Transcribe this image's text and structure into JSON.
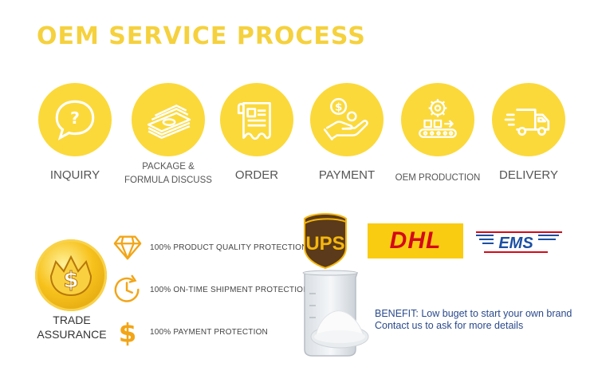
{
  "title": "OEM SERVICE PROCESS",
  "colors": {
    "accent": "#fbd93a",
    "title": "#f5d13d",
    "icon_orange": "#f2a516"
  },
  "steps": [
    {
      "label": "INQUIRY",
      "icon": "speech-question-icon"
    },
    {
      "label": "PACKAGE & FORMULA DISCUSS",
      "icon": "money-stack-icon"
    },
    {
      "label": "ORDER",
      "icon": "receipt-icon"
    },
    {
      "label": "PAYMENT",
      "icon": "hand-coin-icon"
    },
    {
      "label": "OEM PRODUCTION",
      "icon": "conveyor-gear-icon"
    },
    {
      "label": "DELIVERY",
      "icon": "delivery-truck-icon"
    }
  ],
  "trade": {
    "label": "TRADE ASSURANCE"
  },
  "protections": [
    {
      "label": "100% PRODUCT QUALITY PROTECTION",
      "icon": "diamond-icon"
    },
    {
      "label": "100% ON-TIME SHIPMENT PROTECTION",
      "icon": "clock-icon"
    },
    {
      "label": "100% PAYMENT PROTECTION",
      "icon": "dollar-icon"
    }
  ],
  "carriers": {
    "ups": "UPS",
    "dhl": "DHL",
    "ems": "EMS"
  },
  "benefit": {
    "line1": "BENEFIT: Low buget to start your own brand",
    "line2": "Contact us to ask for more details"
  }
}
